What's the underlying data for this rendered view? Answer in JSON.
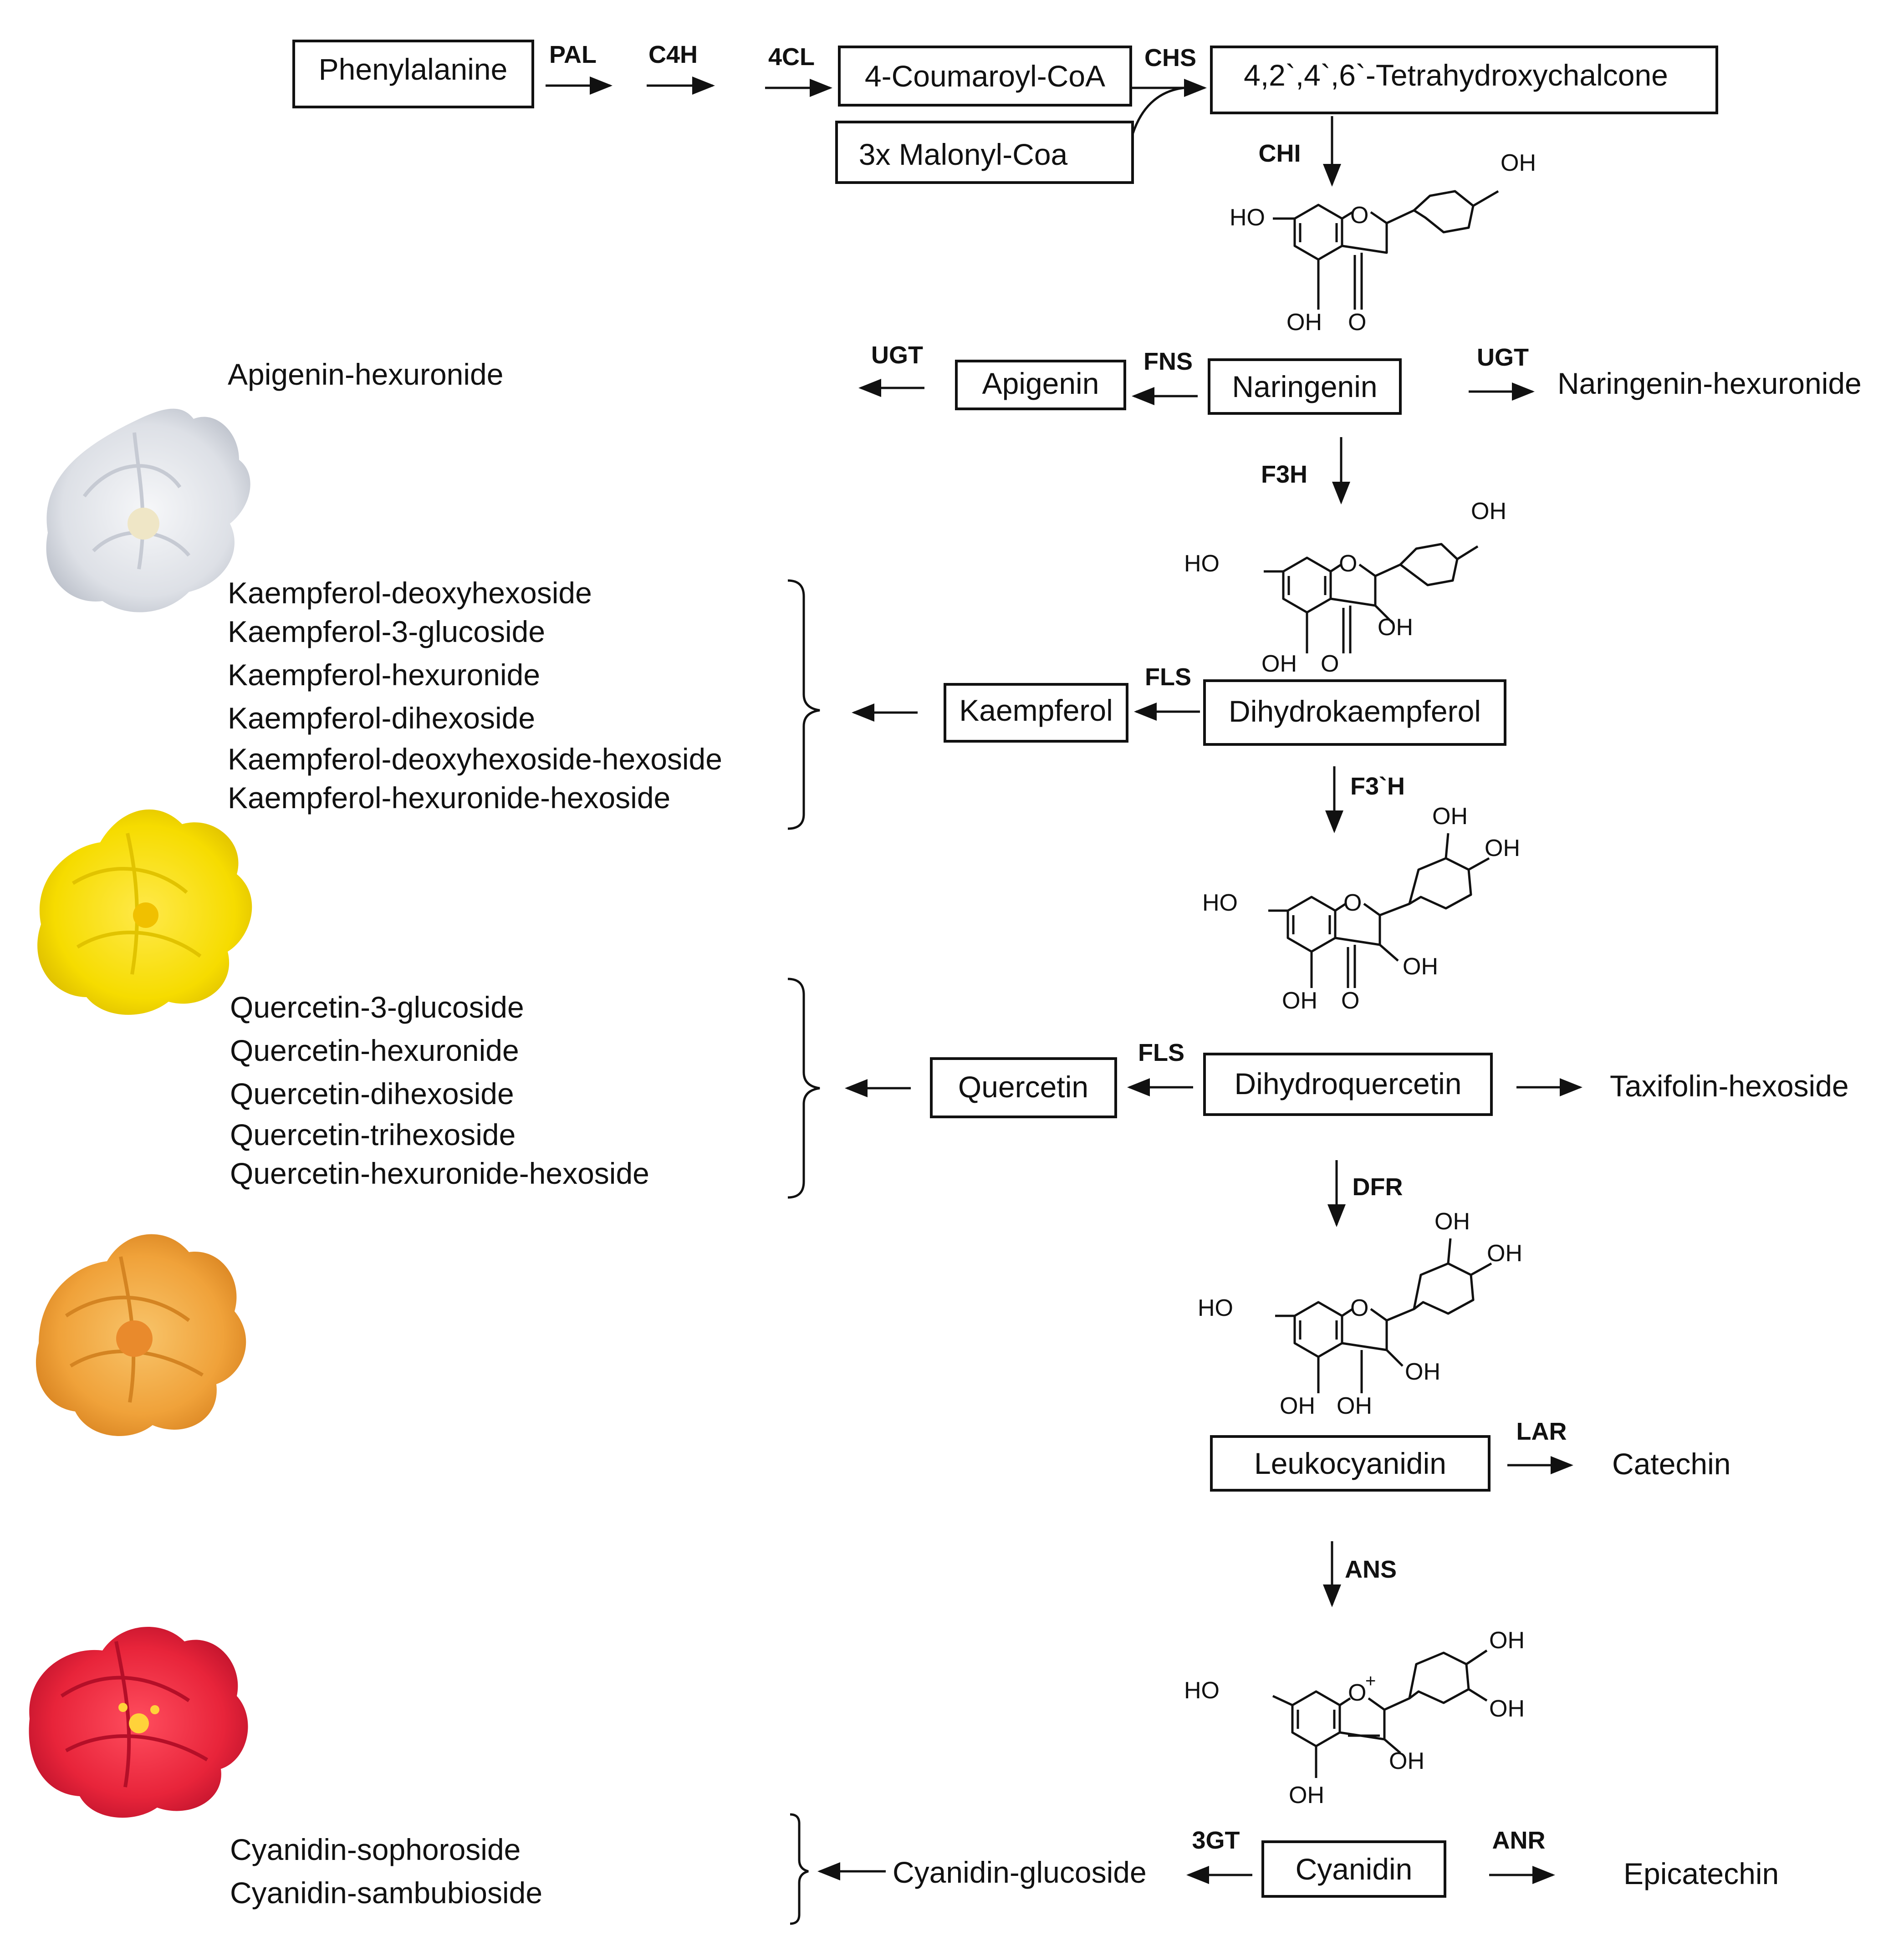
{
  "pathway": {
    "phenylalanine": "Phenylalanine",
    "coumaroyl_coa": "4-Coumaroyl-CoA",
    "malonyl_coa": "3x Malonyl-Coa",
    "chalcone": "4,2`,4`,6`-Tetrahydroxychalcone",
    "naringenin": "Naringenin",
    "apigenin": "Apigenin",
    "apigenin_product": "Apigenin-hexuronide",
    "naringenin_product": "Naringenin-hexuronide",
    "dihydrokaempferol": "Dihydrokaempferol",
    "kaempferol": "Kaempferol",
    "dihydroquercetin": "Dihydroquercetin",
    "quercetin": "Quercetin",
    "taxifolin_product": "Taxifolin-hexoside",
    "leukocyanidin": "Leukocyanidin",
    "catechin": "Catechin",
    "cyanidin": "Cyanidin",
    "cyanidin_glucoside": "Cyanidin-glucoside",
    "epicatechin": "Epicatechin"
  },
  "enzymes": {
    "pal": "PAL",
    "c4h": "C4H",
    "cl4": "4CL",
    "chs": "CHS",
    "chi": "CHI",
    "ugt_left": "UGT",
    "fns": "FNS",
    "ugt_right": "UGT",
    "f3h": "F3H",
    "fls_1": "FLS",
    "f3h_prime": "F3`H",
    "fls_2": "FLS",
    "dfr": "DFR",
    "lar": "LAR",
    "ans": "ANS",
    "gt3": "3GT",
    "anr": "ANR"
  },
  "kaempferol_derivatives": [
    "Kaempferol-deoxyhexoside",
    "Kaempferol-3-glucoside",
    "Kaempferol-hexuronide",
    "Kaempferol-dihexoside",
    "Kaempferol-deoxyhexoside-hexoside",
    "Kaempferol-hexuronide-hexoside"
  ],
  "quercetin_derivatives": [
    "Quercetin-3-glucoside",
    "Quercetin-hexuronide",
    "Quercetin-dihexoside",
    "Quercetin-trihexoside",
    "Quercetin-hexuronide-hexoside"
  ],
  "cyanidin_derivatives": [
    "Cyanidin-sophoroside",
    "Cyanidin-sambubioside"
  ],
  "atoms": {
    "ho": "HO",
    "oh": "OH",
    "o": "O",
    "o_plus": "O"
  },
  "flowers": [
    {
      "name": "white-hibiscus",
      "color": "#e8eaee"
    },
    {
      "name": "yellow-hibiscus",
      "color": "#f7e400"
    },
    {
      "name": "orange-hibiscus",
      "color": "#f2a43a"
    },
    {
      "name": "red-hibiscus",
      "color": "#e8243a"
    }
  ]
}
